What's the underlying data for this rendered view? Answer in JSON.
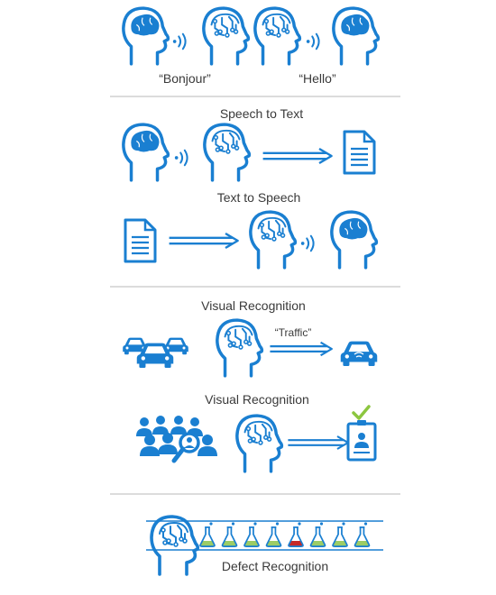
{
  "colors": {
    "primary": "#1a7fd1",
    "divider": "#b8b8b8",
    "text": "#3a3a3a",
    "check": "#8cc63f",
    "flask_ok": "#9ccc65",
    "flask_defect": "#c62828"
  },
  "section1": {
    "label_left": "“Bonjour”",
    "label_right": "“Hello”"
  },
  "section2": {
    "title_top": "Speech to Text",
    "title_bottom": "Text to Speech"
  },
  "section3": {
    "title_top": "Visual Recognition",
    "traffic_label": "“Traffic”",
    "title_bottom": "Visual Recognition"
  },
  "section4": {
    "title": "Defect Recognition",
    "flask_count": 8,
    "defect_index": 4
  },
  "icons": [
    "human-head-brain-icon",
    "ai-head-circuit-icon",
    "sound-waves-icon",
    "arrow-icon",
    "document-icon",
    "cars-icon",
    "connected-car-icon",
    "people-group-icon",
    "magnifier-icon",
    "id-badge-icon",
    "checkmark-icon",
    "flask-icon"
  ]
}
